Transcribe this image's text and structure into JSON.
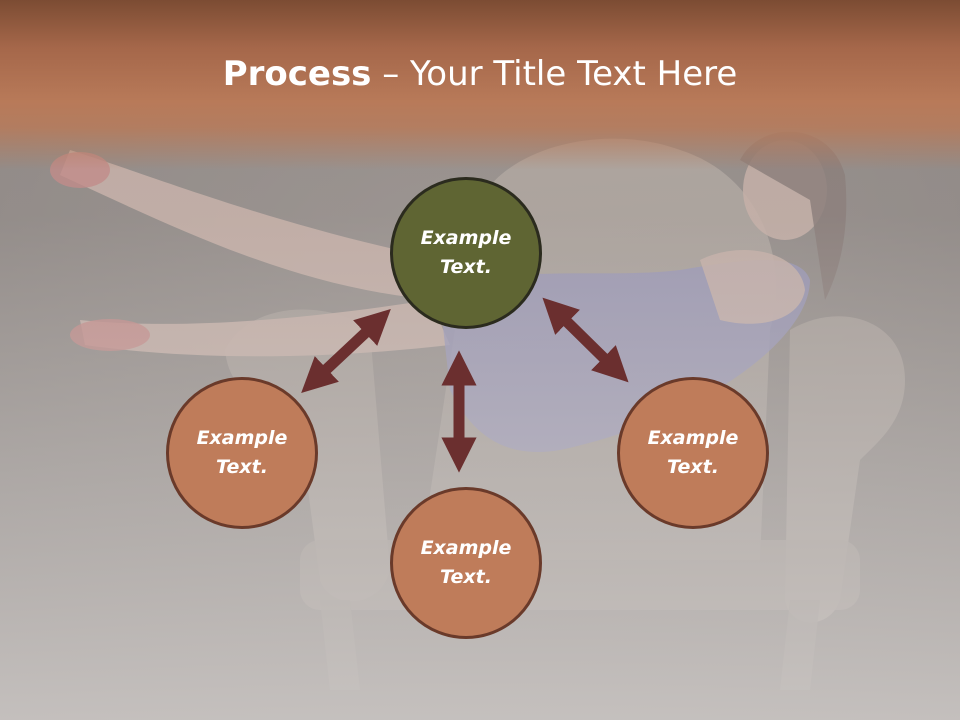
{
  "title": {
    "bold": "Process",
    "rest": " – Your Title Text Here"
  },
  "diagram": {
    "nodes": [
      {
        "id": "top",
        "label": "Example Text."
      },
      {
        "id": "left",
        "label": "Example Text."
      },
      {
        "id": "bottom",
        "label": "Example Text."
      },
      {
        "id": "right",
        "label": "Example Text."
      }
    ]
  },
  "colors": {
    "title_band": "#b87a59",
    "center_node": "#5f6533",
    "outer_node": "#bf7c5a",
    "arrow": "#6b2f2f"
  }
}
